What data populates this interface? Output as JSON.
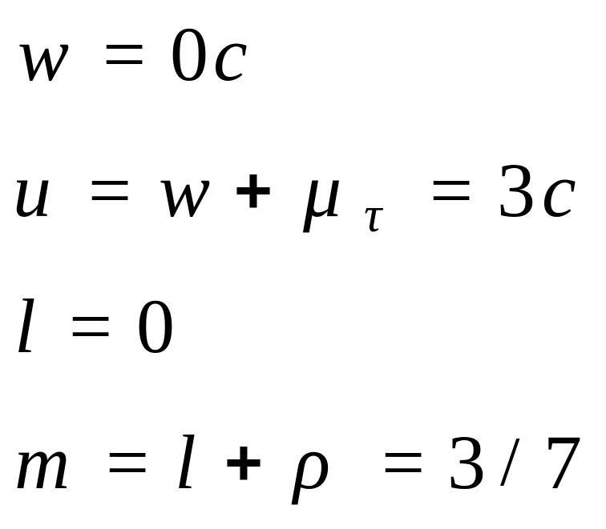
{
  "equations": [
    {
      "lhs": "w",
      "eq1": "=",
      "rhs_num": "0",
      "rhs_var": "c"
    },
    {
      "lhs": "u",
      "eq1": "=",
      "term1": "w",
      "plus": "+",
      "term2": "μ",
      "term2_sub": "τ",
      "eq2": "=",
      "rhs_num": "3",
      "rhs_var": "c"
    },
    {
      "lhs": "l",
      "eq1": "=",
      "rhs_num": "0"
    },
    {
      "lhs": "m",
      "eq1": "=",
      "term1": "l",
      "plus": "+",
      "term2": "ρ",
      "eq2": "=",
      "rhs_num": "3",
      "slash": "/",
      "rhs_den": "7"
    }
  ]
}
